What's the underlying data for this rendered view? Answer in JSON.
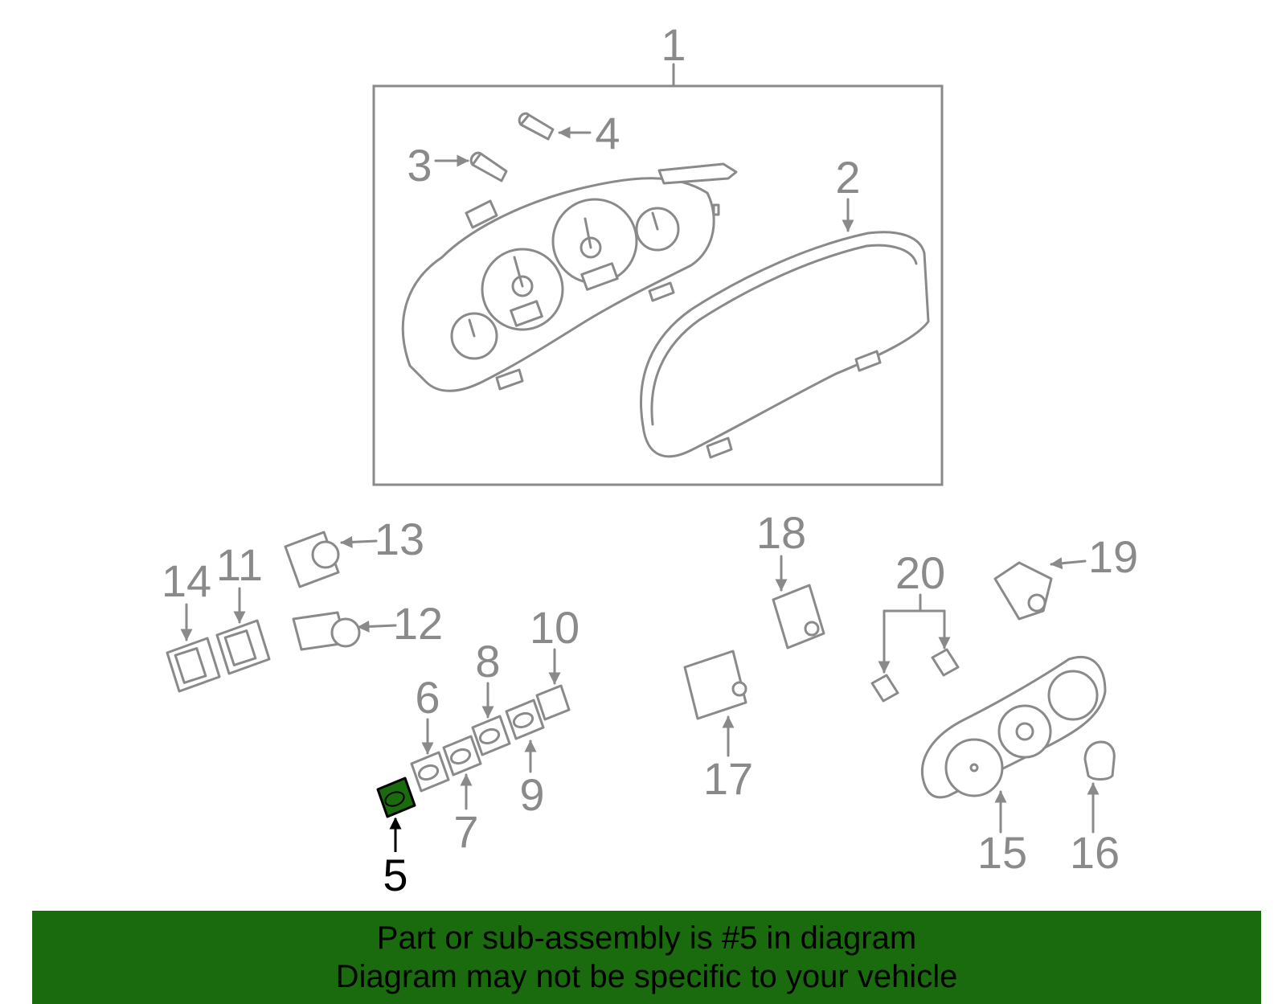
{
  "callouts": {
    "c1": "1",
    "c2": "2",
    "c3": "3",
    "c4": "4",
    "c5": "5",
    "c6": "6",
    "c7": "7",
    "c8": "8",
    "c9": "9",
    "c10": "10",
    "c11": "11",
    "c12": "12",
    "c13": "13",
    "c14": "14",
    "c15": "15",
    "c16": "16",
    "c17": "17",
    "c18": "18",
    "c19": "19",
    "c20": "20"
  },
  "highlight": {
    "part": "5",
    "color": "#1a6b0d"
  },
  "colors": {
    "line_gray": "#8a8a8a",
    "banner_green": "#1a6b0d"
  },
  "banner": {
    "line1": "Part or sub-assembly is #5 in diagram",
    "line2": "Diagram may not be specific to your vehicle"
  }
}
